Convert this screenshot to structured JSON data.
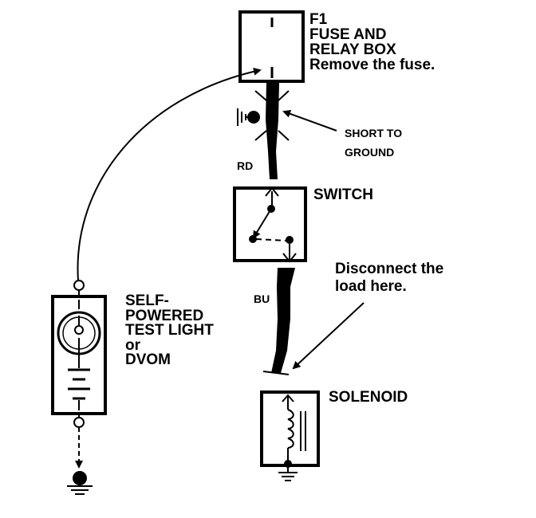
{
  "fuse_box": {
    "code": "F1",
    "title_line1": "FUSE AND",
    "title_line2": "RELAY BOX",
    "instruction": "Remove the fuse."
  },
  "short_to_ground": {
    "line1": "SHORT TO",
    "line2": "GROUND"
  },
  "wire_colors": {
    "upper": "RD",
    "lower": "BU"
  },
  "switch": {
    "label": "SWITCH"
  },
  "disconnect_note": {
    "line1": "Disconnect the",
    "line2": "load here."
  },
  "tester": {
    "line1": "SELF-",
    "line2": "POWERED",
    "line3": "TEST LIGHT",
    "line4": "or",
    "line5": "DVOM"
  },
  "solenoid": {
    "label": "SOLENOID"
  },
  "colors": {
    "ink": "#000000",
    "paper": "#ffffff"
  }
}
